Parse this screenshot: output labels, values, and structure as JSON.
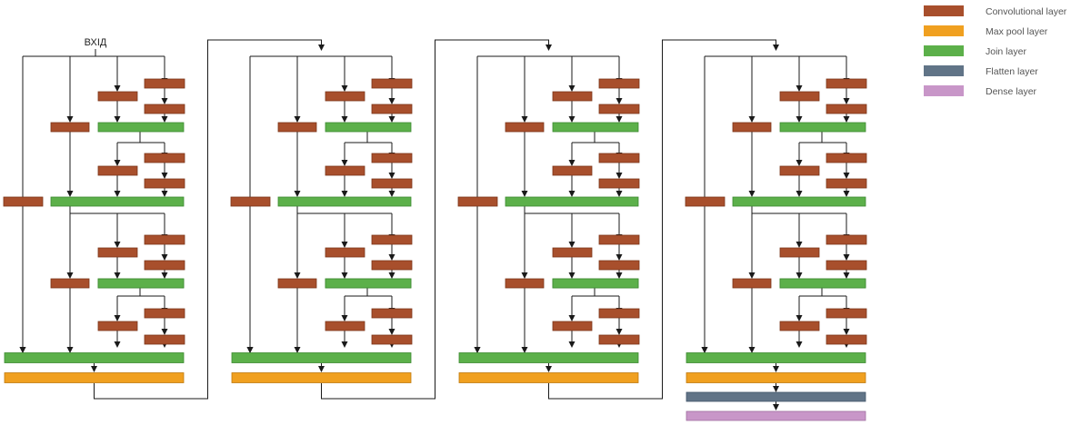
{
  "diagram": {
    "input_label": "ВХІД",
    "legend": [
      {
        "label": "Convolutional layer",
        "color": "#a84f2c",
        "type": "conv"
      },
      {
        "label": "Max pool layer",
        "color": "#f0a020",
        "type": "pool"
      },
      {
        "label": "Join layer",
        "color": "#5cb04a",
        "type": "join"
      },
      {
        "label": "Flatten layer",
        "color": "#617487",
        "type": "flatten"
      },
      {
        "label": "Dense layer",
        "color": "#c896c8",
        "type": "dense"
      }
    ],
    "blocks": [
      {
        "name": "fractal-block-1",
        "has_head": false
      },
      {
        "name": "fractal-block-2",
        "has_head": false
      },
      {
        "name": "fractal-block-3",
        "has_head": false
      },
      {
        "name": "fractal-block-4",
        "has_head": true
      }
    ]
  }
}
